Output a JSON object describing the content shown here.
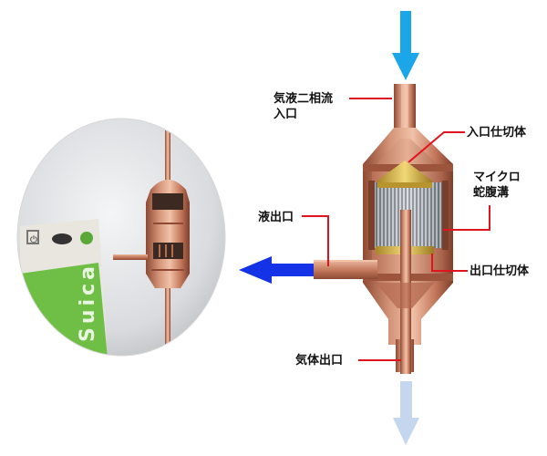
{
  "labels": {
    "inlet": [
      "気液二相流",
      "入口"
    ],
    "inlet_partition": "入口仕切体",
    "micro_channel": [
      "マイクロ",
      "蛇腹溝"
    ],
    "liquid_outlet": "液出口",
    "outlet_partition": "出口仕切体",
    "gas_outlet": "気体出口"
  },
  "photo": {
    "card_text": "Suica",
    "card_mark": "⏻"
  },
  "colors": {
    "leader_line": "#e0141e",
    "inlet_arrow": "#1aa6e8",
    "liquid_arrow": "#1432e6",
    "gas_arrow": "#c5d7ef",
    "copper": "#c27a5f",
    "partition_gold": "#c9a63a"
  },
  "icons": {
    "inlet_arrow": "arrow-down-icon",
    "liquid_arrow": "arrow-left-icon",
    "gas_arrow": "arrow-down-icon"
  }
}
